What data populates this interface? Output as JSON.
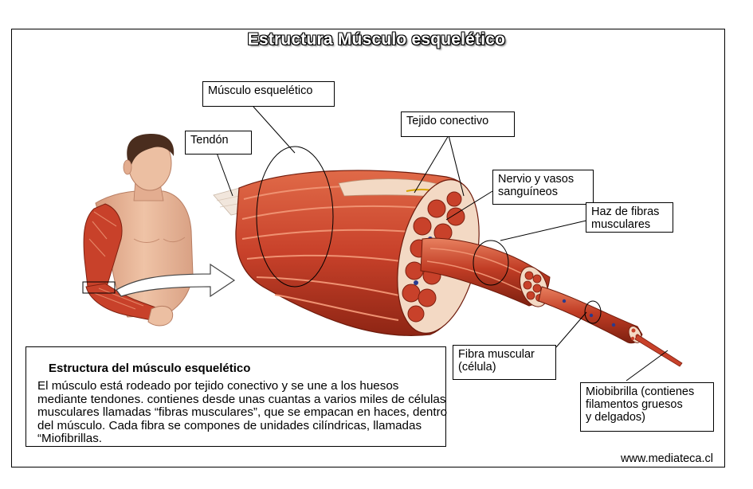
{
  "title": "Estructura Músculo esquelético",
  "labels": {
    "musculo": "Músculo esquelético",
    "tendon": "Tendón",
    "tejido": "Tejido conectivo",
    "nervio": "Nervio y vasos\nsanguíneos",
    "haz": "Haz de fibras\nmusculares",
    "fibra": "Fibra muscular\n(célula)",
    "miobibrilla": "Miobibrilla (contienes\nfilamentos gruesos\ny delgados)"
  },
  "info": {
    "title": "Estructura del músculo esquelético",
    "body": "El músculo está rodeado por tejido conectivo y se une a los huesos mediante tendones. contienes desde unas cuantas a varios miles de células musculares llamadas “fibras musculares”, que se empacan en haces, dentro del músculo. Cada fibra se compones de  unidades cilíndricas, llamadas “Miofibrillas."
  },
  "source": "www.mediateca.cl",
  "colors": {
    "muscle": "#c8412a",
    "muscle_dark": "#8e2514",
    "muscle_light": "#e87a5c",
    "skin": "#e9b79a",
    "hair": "#4a2d1e",
    "fascia": "#f3d9c4"
  }
}
